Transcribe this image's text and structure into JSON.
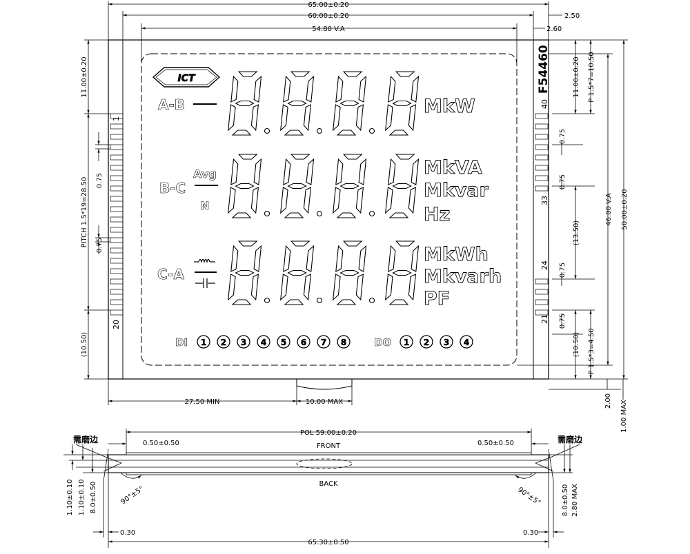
{
  "top_dims": {
    "overall_width": "65.00±0.20",
    "glass_width": "60.00±0.20",
    "view_area_width": "54.80 V.A",
    "right_offset_1": "2.50",
    "right_offset_2": "2.60"
  },
  "left_dims": {
    "top_margin": "11.00±0.20",
    "pitch": "PITCH 1.5*19=28.50",
    "pin_width_1": "0.75",
    "pin_width_2": "0.75",
    "bottom_margin": "(10.50)"
  },
  "right_dims": {
    "top_margin": "11.00±0.20",
    "pitch_top": "P 1.5*7=10.50",
    "pin_width_1": "0.75",
    "pin_width_2": "0.75",
    "gap": "(13.50)",
    "pin_width_3": "0.75",
    "pin_width_4": "0.75",
    "bottom_margin": "(10.50)",
    "pitch_bottom": "P 1.5*3=4.50",
    "view_area_height": "46.00 V.A",
    "overall_height": "50.00±0.20"
  },
  "bottom_dims": {
    "left_len": "27.50 MIN",
    "tail_width": "10.00 MAX",
    "right_1": "2.00",
    "right_2": "1.00 MAX"
  },
  "part_number": "F54460",
  "pin_labels": {
    "left_top": "1",
    "left_bottom": "20",
    "right_top": "40",
    "right_mid1": "33",
    "right_mid2": "24",
    "right_bottom": "21"
  },
  "row_labels": {
    "row1": "A-B",
    "row2": "B-C",
    "row3": "C-A",
    "avg": "Avg",
    "n": "N"
  },
  "digit_placeholder": "8.8.8.8",
  "units_row1": [
    "MkW"
  ],
  "units_row2": [
    "MkVA",
    "Mkvar",
    "Hz"
  ],
  "units_row3": [
    "MkWh",
    "Mkvarh",
    "PF"
  ],
  "di_label": "DI",
  "di_items": [
    "1",
    "2",
    "3",
    "4",
    "5",
    "6",
    "7",
    "8"
  ],
  "do_label": "DO",
  "do_items": [
    "1",
    "2",
    "3",
    "4"
  ],
  "side_view": {
    "pol": "POL 59.00±0.20",
    "left_offset": "0.50±0.50",
    "right_offset": "0.50±0.50",
    "front": "FRONT",
    "back": "BACK",
    "edge_note_left": "需磨边",
    "edge_note_right": "需磨边",
    "angle_left": "90°±5°",
    "angle_right": "90°±5°",
    "left_v1": "1.10±0.10",
    "left_v2": "1.10±0.10",
    "left_v3": "8.0±0.50",
    "right_v1": "8.0±0.50",
    "right_v2": "2.80 MAX",
    "bottom_left": "0.30",
    "bottom_right": "0.30",
    "overall": "65.30±0.50"
  }
}
